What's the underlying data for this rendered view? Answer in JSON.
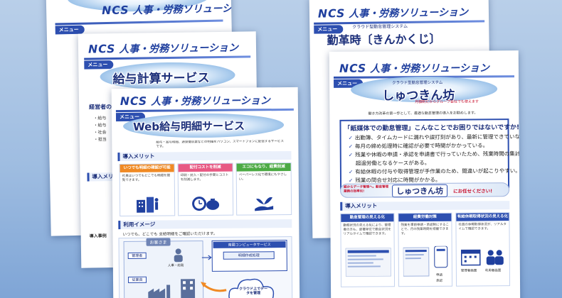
{
  "brand": {
    "logo_text": "NCS",
    "series_title": "人事・労務ソリューション"
  },
  "sheets": {
    "top_left": {
      "menu_label": "メニュー"
    },
    "payroll": {
      "menu_label": "メニュー",
      "title": "給与計算サービス",
      "side_texts": [
        "経営者の",
        "・給与",
        "・給与",
        "・社会",
        "・担当"
      ],
      "bottom_texts": [
        "導入メリ",
        "導入事例"
      ]
    },
    "web_payslip": {
      "menu_label": "メニュー",
      "title": "Web給与明細サービス",
      "lead": "給与・賞与明細、源泉徴収票などの明細をパソコン、スマートフォンに配信するサービスです。",
      "merit_heading": "導入メリット",
      "merits": [
        {
          "title": "いつでも明細の確認が可能",
          "body": "社員はいつでもどこでも明細を閲覧できます。"
        },
        {
          "title": "配付コストを削減",
          "body": "印刷・封入・配付の手間とコストを削減します。"
        },
        {
          "title": "エコにもなり、経費削減",
          "body": "ペーパーレス化で環境にもやさしい。"
        }
      ],
      "usage_heading": "利用イメージ",
      "usage_lead": "いつでも、どこでも 支給明細をご確認いただけます。",
      "diagram": {
        "customer": "お客さま",
        "manager": "管理者",
        "employee": "従業員",
        "personnel": "人事・総務",
        "nanto_service": "南國コンピュータサービス",
        "statement": "明細作成処理",
        "cloud": "クラウド上でデータを管理"
      }
    },
    "kinkakuji": {
      "menu_label": "メニュー",
      "subtitle": "クラウド型勤怠管理システム",
      "title": "勤革時〔きんかくじ〕"
    },
    "shukkinbou": {
      "menu_label": "メニュー",
      "subtitle": "クラウド型勤怠管理システム",
      "title": "しゅつきん坊",
      "note": "月額制だからグループ会社でも使えます",
      "lead": "働き方改革の第一歩として、最適な勤怠管理の導入をお勧めします。",
      "problem_question": "「紙媒体での勤怠管理」こんなことでお困りではないですか!?",
      "problems": [
        "出勤簿、タイムカードに漏れや誤打刻があり、最新に管理できていない。",
        "毎月の締め処理時に確認が必要で時間がかかっている。",
        "残業や休暇の申請・承認を申請書で行っていたため、残業時間の集計ミスや",
        "超過労働となるケースがある。",
        "有給休暇の付与や取得管理が手作業のため、間違いが起こりやすい。",
        "残業の問合せ対応に時間がかかる。"
      ],
      "solution_left": "紙からデータ管理へ。勤怠管理業務の効率化!",
      "solution_brand": "しゅつきん坊",
      "solution_right": "にお任せください!",
      "merit_heading": "導入メリット",
      "merits": [
        {
          "title": "勤怠管理の見える化",
          "body": "勤務状況の見える化により、管理者の方も、部署単位で勤怠状況をリアルタイムで確認できます。"
        },
        {
          "title": "経費労働対策",
          "body": "残業を事前申請・承認制にすることで、月の残業時間を把握できます。"
        },
        {
          "title": "有給休暇取得状況の見える化",
          "body": "社員の休暇取得状況が、リアルタイムで確認できます。"
        }
      ],
      "screen_captions": [
        "申請",
        "承認",
        "管理者画面",
        "利用者画面"
      ]
    }
  },
  "colors": {
    "background_top": "#b9cfe9",
    "background_bottom": "#7fa5d6",
    "brand_blue": "#1f3f9e",
    "menu_chip": "#2d4fb0",
    "merit_orange": "#f08a24",
    "merit_pink": "#e85a84",
    "merit_green": "#4caa44",
    "solution_red": "#c8102e"
  }
}
